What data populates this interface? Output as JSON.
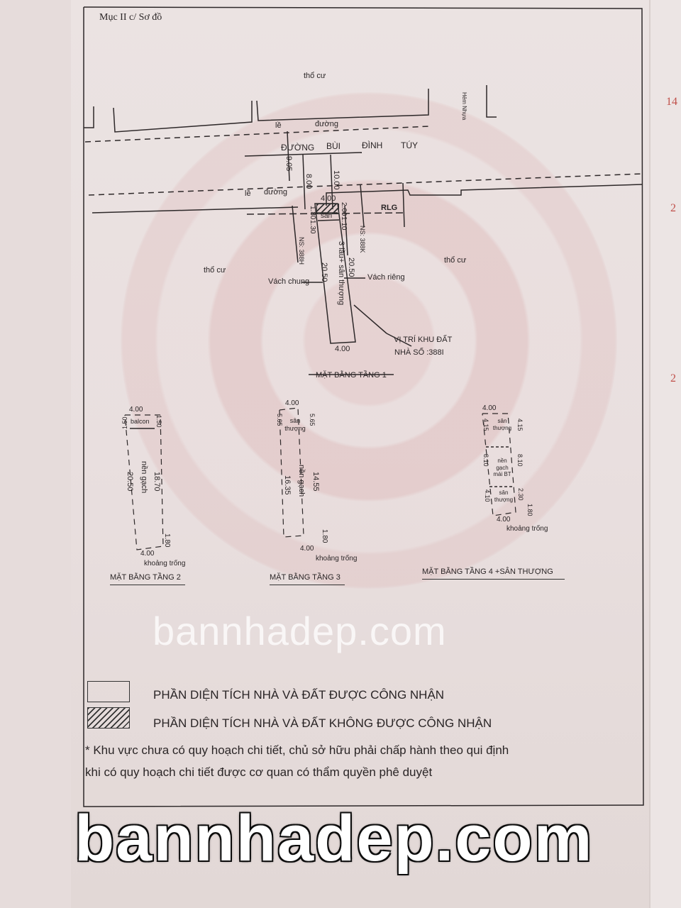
{
  "header": {
    "section_title": "Mục II c/ Sơ đồ"
  },
  "side_page": {
    "numbers": [
      "14",
      "2",
      "2"
    ]
  },
  "site_plan": {
    "top_land": "thổ cư",
    "alley": "Hẻm Nhựa",
    "sidewalk_top": [
      "lề",
      "đường"
    ],
    "street_words": [
      "ĐƯỜNG",
      "BÙI",
      "ĐÌNH",
      "TÚY"
    ],
    "dim_905": "9.05",
    "dim_800": "8.00",
    "dim_1000": "10.00",
    "sidewalk_bottom": [
      "lề",
      "đường"
    ],
    "front_width": "4.00",
    "dim_180": "1.80",
    "dim_130": "1.30",
    "dim_200": "2.00",
    "dim_110": "1.10",
    "yard": "sân",
    "rlg": "RLG",
    "ns_left": "NS: 388H",
    "ns_right": "NS: 388K",
    "left_land": "thổ cư",
    "right_land": "thổ cư",
    "len_left": "20.50",
    "len_right": "20.50",
    "building": "3 lầu+ sân thượng",
    "shared_wall": "Vách chung",
    "private_wall": "Vách riêng",
    "rear_width": "4.00",
    "location_label": "VỊ TRÍ KHU ĐẤT",
    "house_number": "NHÀ SỐ :388I",
    "caption": "MẶT BẰNG TẦNG 1"
  },
  "floor2": {
    "width_top": "4.00",
    "balcony": "balcon",
    "dim_l": "1.50",
    "dim_r": "1.50",
    "length_l": "20.50",
    "length_r": "18.70",
    "floor": "nền gạch",
    "dim_gap": "1.80",
    "width_bottom": "4.00",
    "gap": "khoảng trống",
    "caption": "MẶT BẰNG TẦNG 2"
  },
  "floor3": {
    "width_top": "4.00",
    "terrace": "sân thượng",
    "dim_l": "5.65",
    "dim_r": "5.65",
    "length_l": "16.35",
    "length_r": "14.55",
    "floor": "nền gạch",
    "dim_gap": "1.80",
    "width_bottom": "4.00",
    "gap": "khoảng trống",
    "caption": "MẶT BẰNG TẦNG 3"
  },
  "floor4": {
    "width_top": "4.00",
    "terrace_top": "sân thượng",
    "dim_l1": "4.15",
    "dim_r1": "4.15",
    "dim_l2": "8.10",
    "dim_r2": "8.10",
    "floor": "nền gạch mái BT",
    "terrace_bottom": "sân thượng",
    "dim_l3": "4.10",
    "dim_r3": "2.30",
    "dim_gap": "1.80",
    "width_bottom": "4.00",
    "gap": "khoảng trống",
    "caption": "MẶT BẰNG TẦNG 4 +SÂN THƯỢNG"
  },
  "legend": {
    "recognized": "PHẦN DIỆN TÍCH NHÀ VÀ ĐẤT ĐƯỢC CÔNG NHẬN",
    "not_recognized": "PHẦN DIỆN TÍCH NHÀ VÀ ĐẤT KHÔNG ĐƯỢC CÔNG NHẬN"
  },
  "note": {
    "line1": "* Khu vực chưa có quy hoạch chi tiết, chủ sở hữu phải chấp hành theo qui định",
    "line2": "khi có quy hoạch chi tiết được cơ quan có thẩm quyền phê duyệt"
  },
  "watermark": {
    "middle": "bannhadep.com",
    "bottom": "bannhadep.com"
  }
}
